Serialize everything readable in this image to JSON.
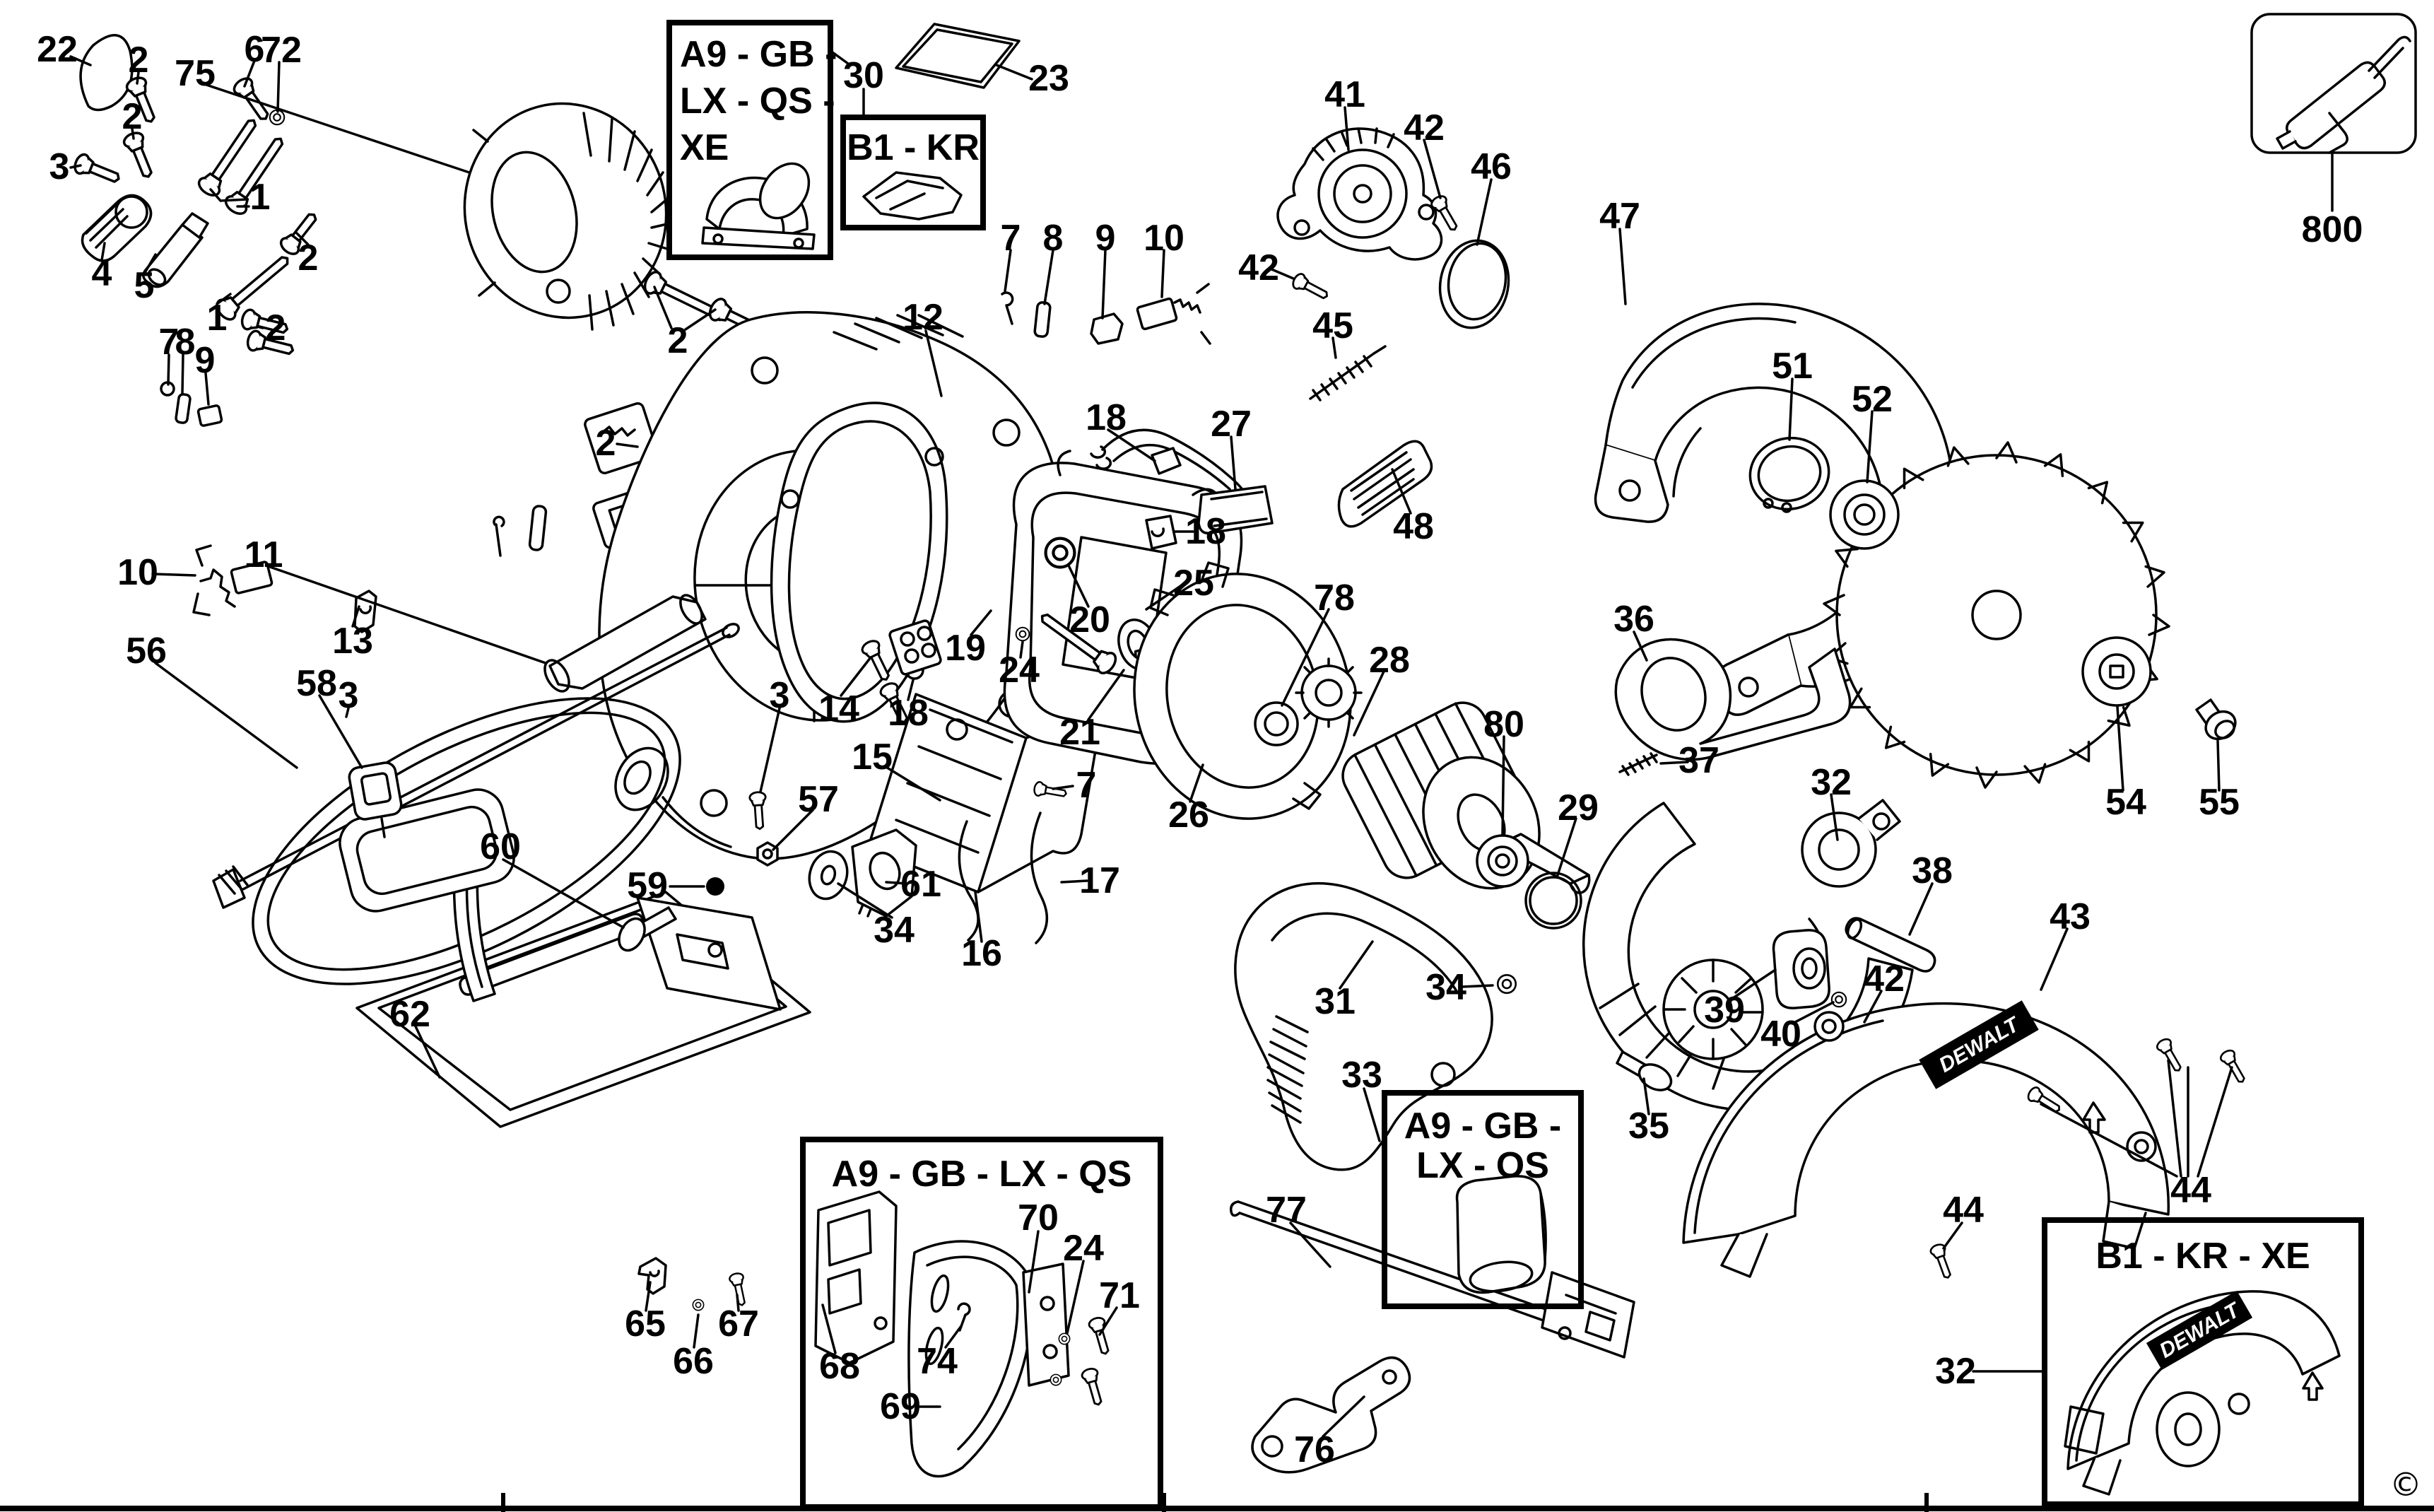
{
  "diagram": {
    "type": "exploded-parts-diagram",
    "product": "circular saw",
    "brand_logo": "DEWALT",
    "copyright_symbol": "©",
    "colors": {
      "line": "#000000",
      "background": "#ffffff"
    },
    "variant_boxes": {
      "box_a_line1": "A9 - GB -",
      "box_a_line2": "LX - QS -",
      "box_a_line3": "XE",
      "box_b_title": "B1 - KR",
      "box_c_title": "A9 - GB - LX - QS",
      "box_d_line1": "A9 - GB -",
      "box_d_line2": "LX - QS",
      "box_e_title": "B1 - KR - XE"
    },
    "accessory_label": "800",
    "labels": [
      {
        "t": "22"
      },
      {
        "t": "2"
      },
      {
        "t": "75"
      },
      {
        "t": "2"
      },
      {
        "t": "3"
      },
      {
        "t": "6"
      },
      {
        "t": "72"
      },
      {
        "t": "1"
      },
      {
        "t": "4"
      },
      {
        "t": "5"
      },
      {
        "t": "2"
      },
      {
        "t": "1"
      },
      {
        "t": "2"
      },
      {
        "t": "7"
      },
      {
        "t": "8"
      },
      {
        "t": "9"
      },
      {
        "t": "10"
      },
      {
        "t": "11"
      },
      {
        "t": "13"
      },
      {
        "t": "56"
      },
      {
        "t": "58"
      },
      {
        "t": "3"
      },
      {
        "t": "57"
      },
      {
        "t": "60"
      },
      {
        "t": "59"
      },
      {
        "t": "62"
      },
      {
        "t": "65"
      },
      {
        "t": "66"
      },
      {
        "t": "67"
      },
      {
        "t": "30"
      },
      {
        "t": "23"
      },
      {
        "t": "7"
      },
      {
        "t": "8"
      },
      {
        "t": "9"
      },
      {
        "t": "10"
      },
      {
        "t": "12"
      },
      {
        "t": "2"
      },
      {
        "t": "2"
      },
      {
        "t": "18"
      },
      {
        "t": "27"
      },
      {
        "t": "18"
      },
      {
        "t": "48"
      },
      {
        "t": "41"
      },
      {
        "t": "42"
      },
      {
        "t": "46"
      },
      {
        "t": "47"
      },
      {
        "t": "42"
      },
      {
        "t": "45"
      },
      {
        "t": "51"
      },
      {
        "t": "52"
      },
      {
        "t": "800"
      },
      {
        "t": "25"
      },
      {
        "t": "20"
      },
      {
        "t": "19"
      },
      {
        "t": "24"
      },
      {
        "t": "14"
      },
      {
        "t": "18"
      },
      {
        "t": "3"
      },
      {
        "t": "15"
      },
      {
        "t": "21"
      },
      {
        "t": "7"
      },
      {
        "t": "26"
      },
      {
        "t": "78"
      },
      {
        "t": "28"
      },
      {
        "t": "80"
      },
      {
        "t": "29"
      },
      {
        "t": "36"
      },
      {
        "t": "37"
      },
      {
        "t": "54"
      },
      {
        "t": "55"
      },
      {
        "t": "32"
      },
      {
        "t": "38"
      },
      {
        "t": "43"
      },
      {
        "t": "42"
      },
      {
        "t": "39"
      },
      {
        "t": "40"
      },
      {
        "t": "61"
      },
      {
        "t": "34"
      },
      {
        "t": "16"
      },
      {
        "t": "17"
      },
      {
        "t": "31"
      },
      {
        "t": "34"
      },
      {
        "t": "33"
      },
      {
        "t": "35"
      },
      {
        "t": "68"
      },
      {
        "t": "74"
      },
      {
        "t": "69"
      },
      {
        "t": "70"
      },
      {
        "t": "24"
      },
      {
        "t": "71"
      },
      {
        "t": "77"
      },
      {
        "t": "76"
      },
      {
        "t": "44"
      },
      {
        "t": "44"
      },
      {
        "t": "32"
      }
    ]
  }
}
